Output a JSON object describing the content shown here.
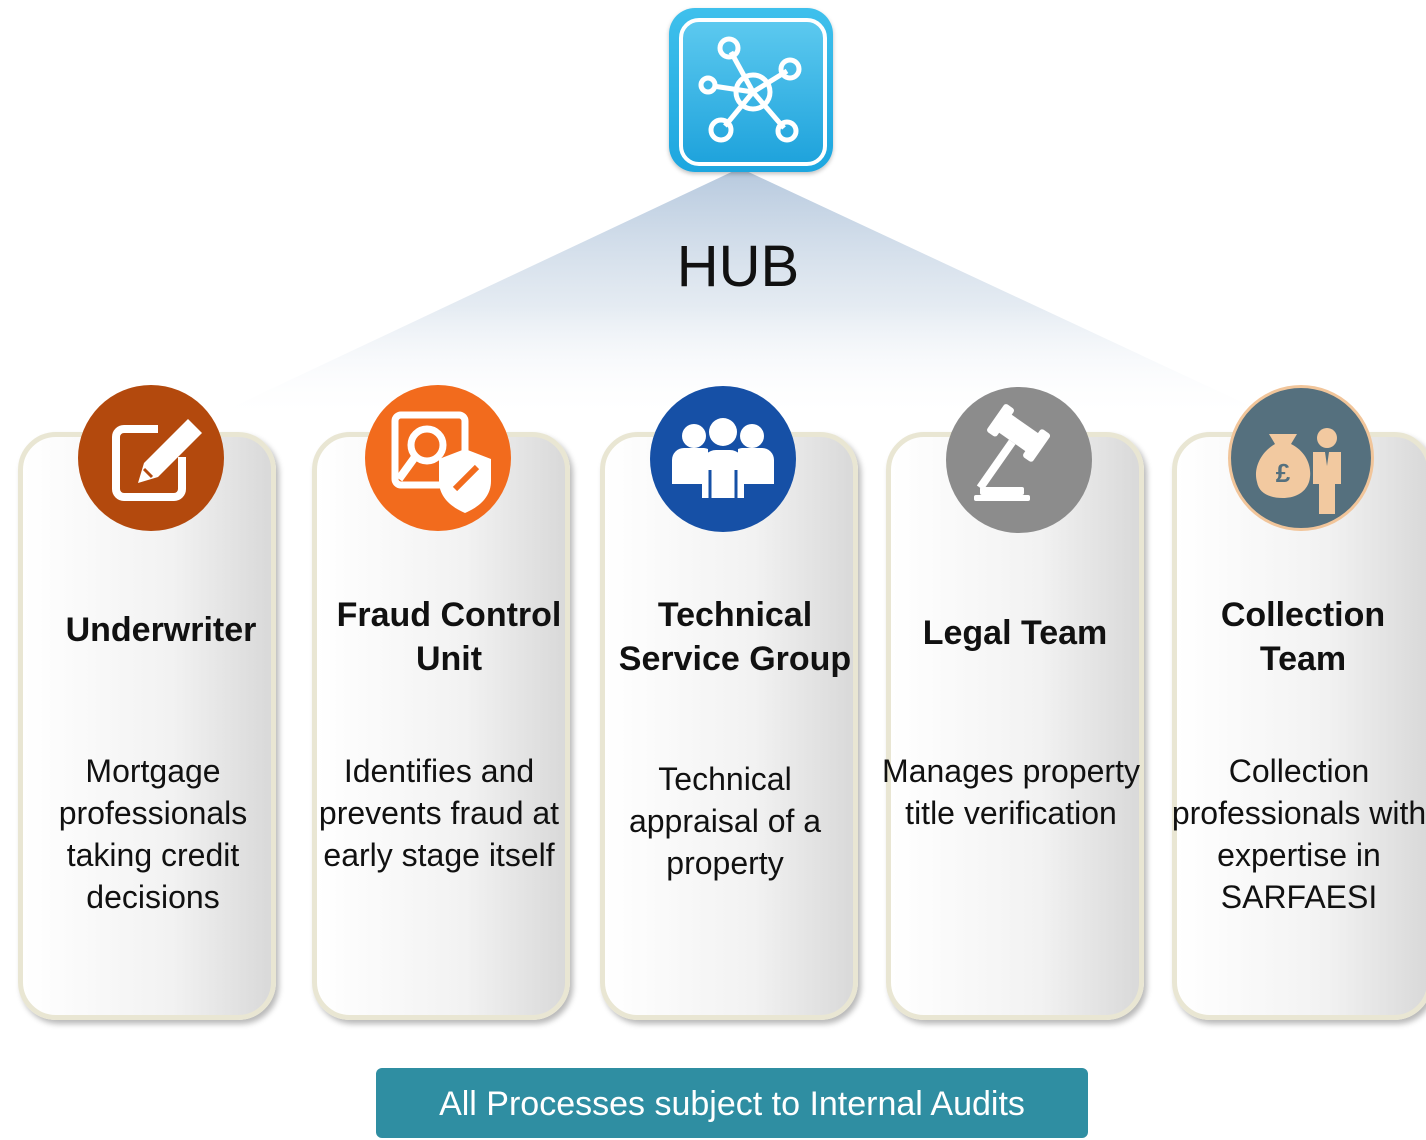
{
  "hub": {
    "label": "HUB",
    "icon": "network-hub-icon"
  },
  "teams": [
    {
      "title": "Underwriter",
      "description": "Mortgage professionals taking credit decisions",
      "icon": "edit-pencil-icon",
      "color": "#b3490d"
    },
    {
      "title": "Fraud Control Unit",
      "description": "Identifies and prevents fraud at early stage itself",
      "icon": "search-shield-icon",
      "color": "#f26b1d"
    },
    {
      "title": "Technical Service Group",
      "description": "Technical appraisal of a property",
      "icon": "people-group-icon",
      "color": "#1650a6"
    },
    {
      "title": "Legal Team",
      "description": "Manages property title verification",
      "icon": "gavel-icon",
      "color": "#8c8c8c"
    },
    {
      "title": "Collection Team",
      "description": "Collection professionals with expertise in SARFAESI",
      "icon": "money-bag-person-icon",
      "color": "#55707e"
    }
  ],
  "footer": {
    "label": "All Processes subject to Internal Audits",
    "color": "#2f8ea2"
  }
}
